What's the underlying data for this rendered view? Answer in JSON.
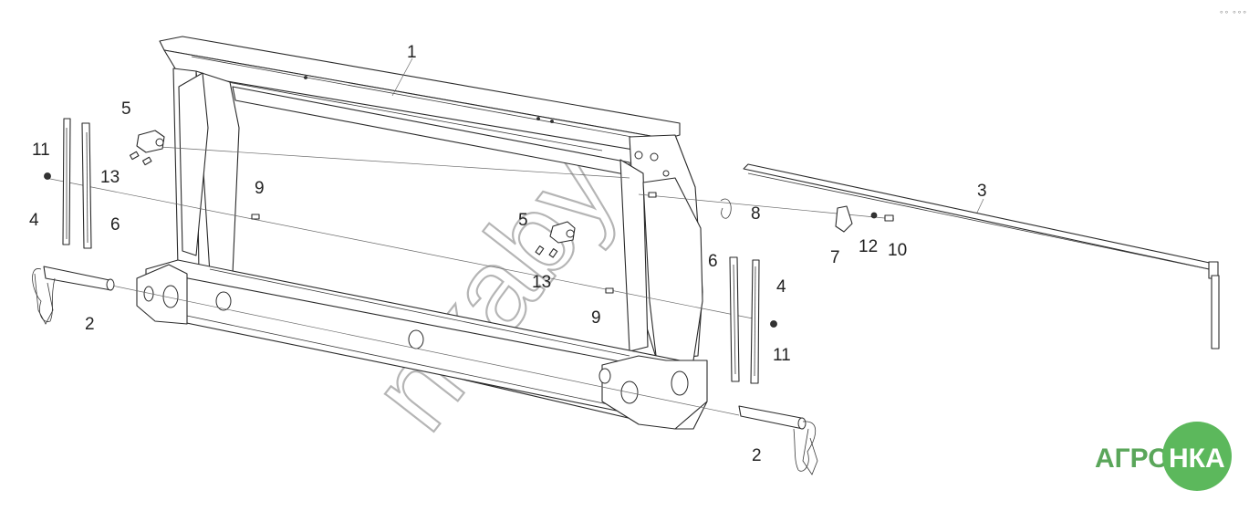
{
  "diagram": {
    "labels": [
      {
        "id": "label-1",
        "text": "1"
      },
      {
        "id": "label-2-left",
        "text": "2"
      },
      {
        "id": "label-2-right",
        "text": "2"
      },
      {
        "id": "label-3",
        "text": "3"
      },
      {
        "id": "label-4-left",
        "text": "4"
      },
      {
        "id": "label-4-right",
        "text": "4"
      },
      {
        "id": "label-5-left",
        "text": "5"
      },
      {
        "id": "label-5-right",
        "text": "5"
      },
      {
        "id": "label-6-left",
        "text": "6"
      },
      {
        "id": "label-6-right",
        "text": "6"
      },
      {
        "id": "label-7",
        "text": "7"
      },
      {
        "id": "label-8",
        "text": "8"
      },
      {
        "id": "label-9-left",
        "text": "9"
      },
      {
        "id": "label-9-right",
        "text": "9"
      },
      {
        "id": "label-10",
        "text": "10"
      },
      {
        "id": "label-11-left",
        "text": "11"
      },
      {
        "id": "label-11-right",
        "text": "11"
      },
      {
        "id": "label-12",
        "text": "12"
      },
      {
        "id": "label-13-left",
        "text": "13"
      },
      {
        "id": "label-13-right",
        "text": "13"
      }
    ]
  },
  "watermark": {
    "text": "nkaby"
  },
  "logo": {
    "text_left": "АГРО",
    "text_circle": "НКА",
    "color_green": "#5aa65a",
    "color_circle": "#5cb85c"
  },
  "corner_mark": "∘∘ ∘∘∘"
}
